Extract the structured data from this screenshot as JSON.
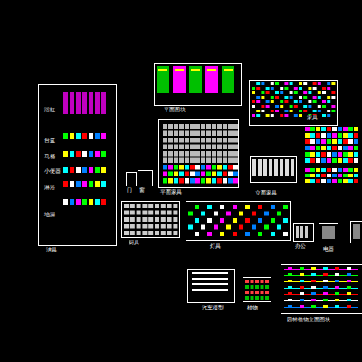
{
  "diagram": {
    "labels": [
      "洁具",
      "浴缸",
      "台盆",
      "马桶",
      "小便器",
      "淋浴",
      "地漏",
      "平面图块",
      "家具",
      "平面家具",
      "门",
      "窗",
      "立面家具",
      "厨具",
      "灯具",
      "办公",
      "电器",
      "汽车模型",
      "植物",
      "园林植物立面图块"
    ]
  }
}
